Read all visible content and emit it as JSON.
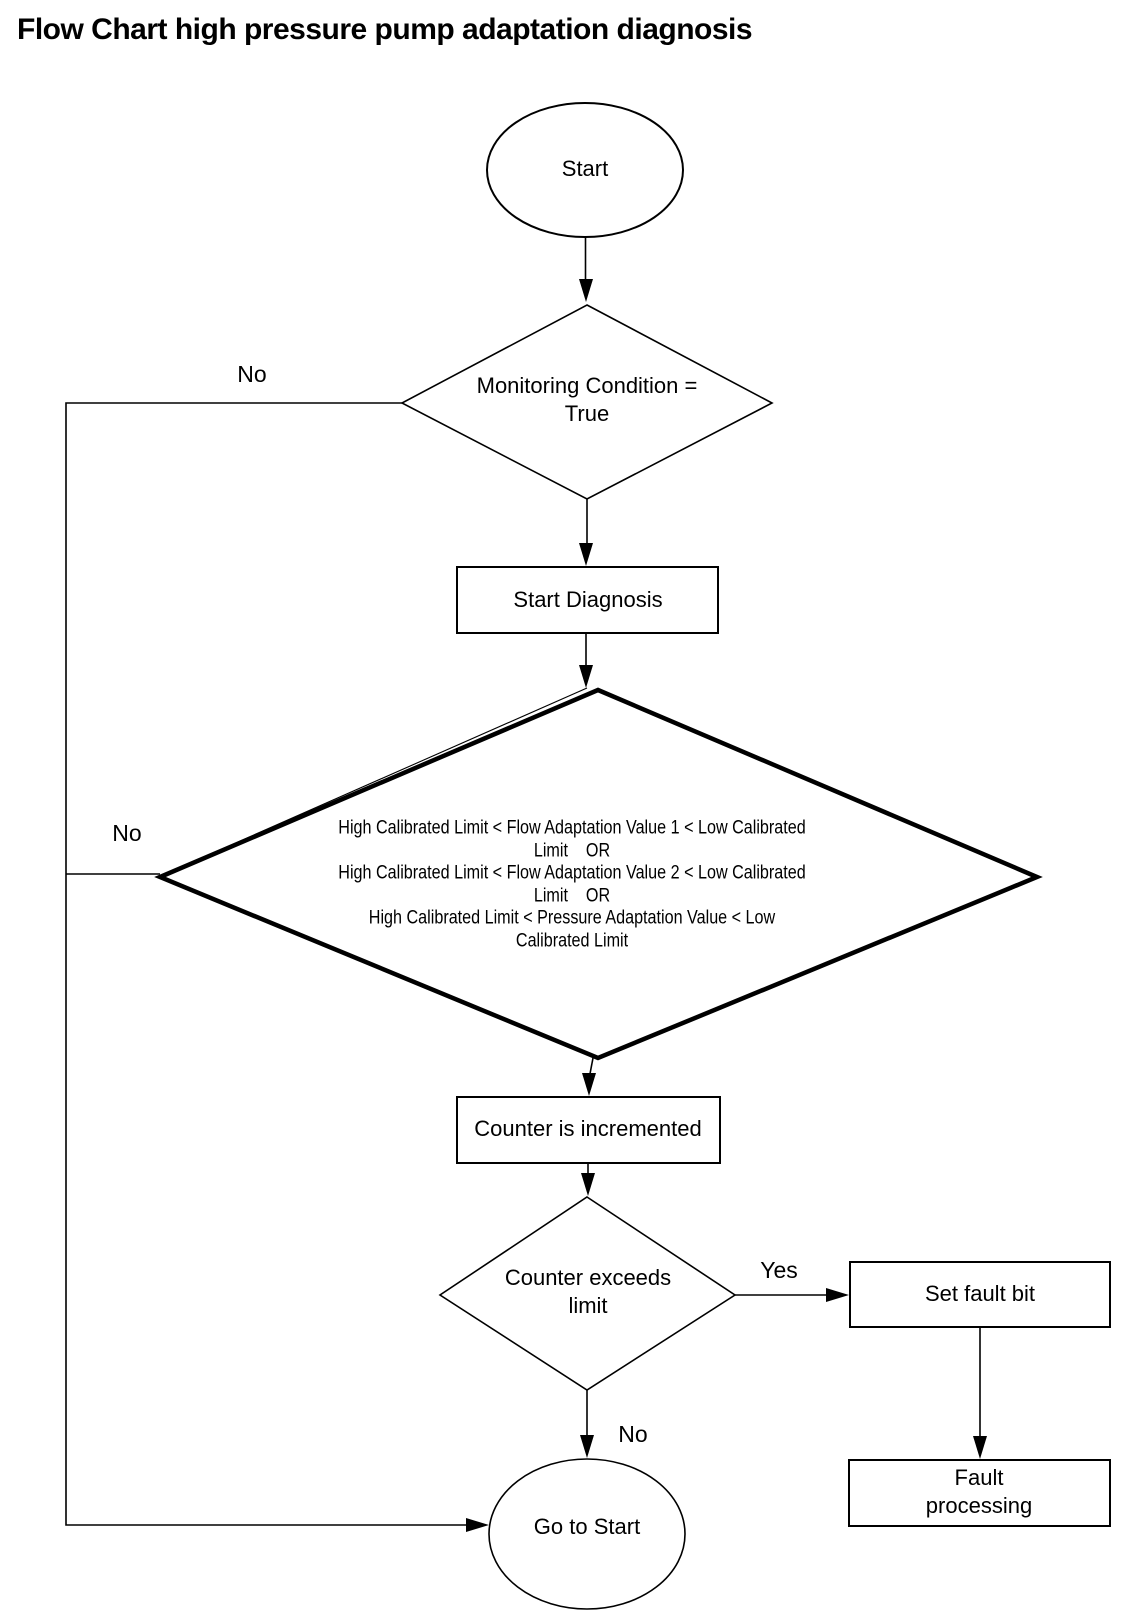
{
  "title": "Flow Chart high pressure pump adaptation diagnosis",
  "nodes": {
    "start": {
      "label": "Start"
    },
    "monitoring_condition": {
      "label": "Monitoring Condition =\nTrue"
    },
    "start_diagnosis": {
      "label": "Start Diagnosis"
    },
    "adaptation_check": {
      "label": "High Calibrated Limit < Flow Adaptation Value 1 < Low Calibrated\nLimit    OR\nHigh Calibrated Limit < Flow Adaptation Value 2 < Low Calibrated\nLimit    OR\nHigh Calibrated Limit < Pressure Adaptation Value < Low\nCalibrated Limit"
    },
    "counter_incremented": {
      "label": "Counter is incremented"
    },
    "counter_exceeds_limit": {
      "label": "Counter exceeds\nlimit"
    },
    "set_fault_bit": {
      "label": "Set fault bit"
    },
    "fault_processing": {
      "label": "Fault processing"
    },
    "go_to_start": {
      "label": "Go to Start"
    }
  },
  "edge_labels": {
    "monitoring_no": "No",
    "adaptation_no": "No",
    "counter_yes": "Yes",
    "counter_no": "No"
  },
  "colors": {
    "line": "#000000",
    "text": "#000000",
    "background": "#ffffff"
  }
}
